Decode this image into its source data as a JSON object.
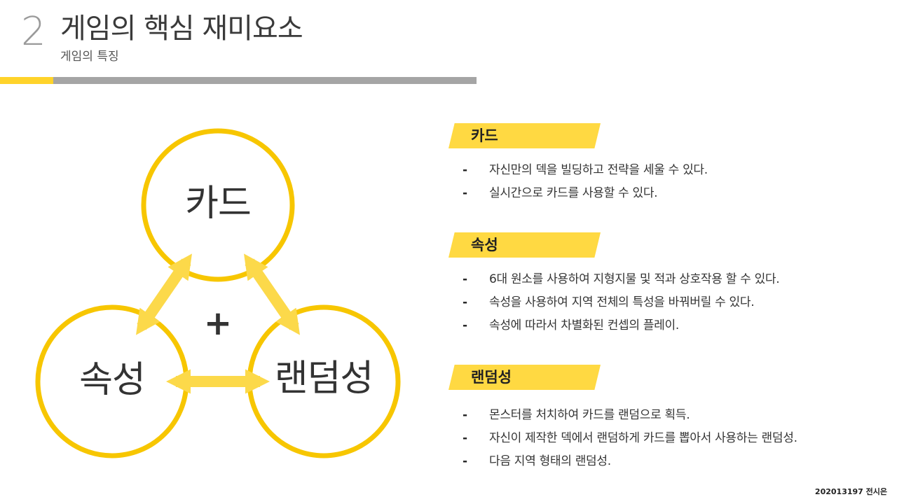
{
  "header": {
    "number": "2",
    "title": "게임의 핵심 재미요소",
    "subtitle": "게임의 특징"
  },
  "diagram": {
    "nodes": {
      "card": "카드",
      "attribute": "속성",
      "random": "랜덤성"
    },
    "center_symbol": "+",
    "colors": {
      "circle_stroke": "#f7c600",
      "arrow": "#fcd94a"
    }
  },
  "sections": [
    {
      "title": "카드",
      "items": [
        "자신만의 덱을 빌딩하고 전략을 세울 수 있다.",
        "실시간으로 카드를 사용할 수 있다."
      ]
    },
    {
      "title": "속성",
      "items": [
        "6대 원소를 사용하여 지형지물 및 적과 상호작용 할 수 있다.",
        "속성을 사용하여 지역 전체의 특성을 바꿔버릴 수 있다.",
        "속성에 따라서 차별화된 컨셉의 플레이."
      ]
    },
    {
      "title": "랜덤성",
      "items": [
        "몬스터를 처치하여 카드를 랜덤으로 획득.",
        "자신이 제작한 덱에서 랜덤하게 카드를 뽑아서 사용하는 랜덤성.",
        "다음 지역 형태의 랜덤성."
      ]
    }
  ],
  "bullet_symbol": "-",
  "footer": "202013197  전시은",
  "accent_colors": {
    "yellow": "#ffd942",
    "gray": "#a5a5a5"
  }
}
